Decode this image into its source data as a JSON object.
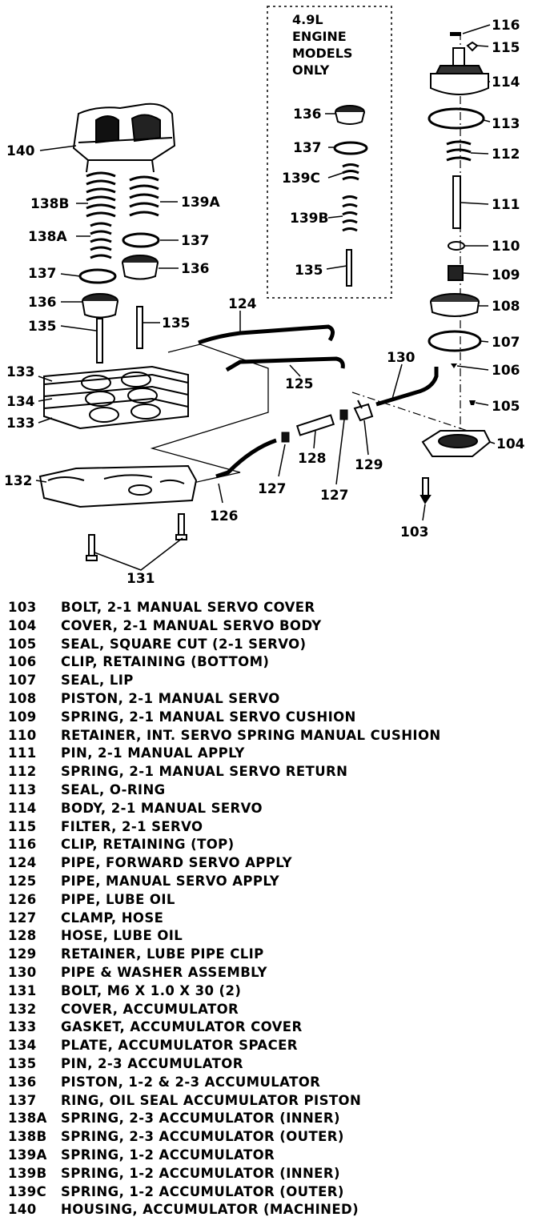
{
  "note": {
    "line1": "4.9L",
    "line2": "ENGINE",
    "line3": "MODELS",
    "line4": "ONLY"
  },
  "callouts": {
    "c103": "103",
    "c104": "104",
    "c105": "105",
    "c106": "106",
    "c107": "107",
    "c108": "108",
    "c109": "109",
    "c110": "110",
    "c111": "111",
    "c112": "112",
    "c113": "113",
    "c114": "114",
    "c115": "115",
    "c116": "116",
    "c124": "124",
    "c125": "125",
    "c126": "126",
    "c127a": "127",
    "c127b": "127",
    "c128": "128",
    "c129": "129",
    "c130": "130",
    "c131": "131",
    "c132": "132",
    "c133a": "133",
    "c133b": "133",
    "c134": "134",
    "c135a": "135",
    "c135b": "135",
    "c135c": "135",
    "c136a": "136",
    "c136b": "136",
    "c136c": "136",
    "c137a": "137",
    "c137b": "137",
    "c137c": "137",
    "c138a": "138A",
    "c138b": "138B",
    "c139a": "139A",
    "c139b": "139B",
    "c139c": "139C",
    "c140": "140"
  },
  "parts": [
    {
      "no": "103",
      "desc": "BOLT, 2-1 MANUAL SERVO COVER"
    },
    {
      "no": "104",
      "desc": "COVER, 2-1 MANUAL SERVO BODY"
    },
    {
      "no": "105",
      "desc": "SEAL, SQUARE CUT (2-1 SERVO)"
    },
    {
      "no": "106",
      "desc": "CLIP, RETAINING (BOTTOM)"
    },
    {
      "no": "107",
      "desc": "SEAL, LIP"
    },
    {
      "no": "108",
      "desc": "PISTON, 2-1 MANUAL SERVO"
    },
    {
      "no": "109",
      "desc": "SPRING, 2-1 MANUAL SERVO CUSHION"
    },
    {
      "no": "110",
      "desc": "RETAINER, INT. SERVO SPRING MANUAL CUSHION"
    },
    {
      "no": "111",
      "desc": "PIN, 2-1 MANUAL APPLY"
    },
    {
      "no": "112",
      "desc": "SPRING, 2-1 MANUAL SERVO RETURN"
    },
    {
      "no": "113",
      "desc": "SEAL, O-RING"
    },
    {
      "no": "114",
      "desc": "BODY, 2-1 MANUAL SERVO"
    },
    {
      "no": "115",
      "desc": "FILTER, 2-1 SERVO"
    },
    {
      "no": "116",
      "desc": "CLIP, RETAINING (TOP)"
    },
    {
      "no": "124",
      "desc": "PIPE, FORWARD SERVO APPLY"
    },
    {
      "no": "125",
      "desc": "PIPE, MANUAL SERVO APPLY"
    },
    {
      "no": "126",
      "desc": "PIPE, LUBE OIL"
    },
    {
      "no": "127",
      "desc": "CLAMP, HOSE"
    },
    {
      "no": "128",
      "desc": "HOSE, LUBE OIL"
    },
    {
      "no": "129",
      "desc": "RETAINER, LUBE PIPE CLIP"
    },
    {
      "no": "130",
      "desc": "PIPE & WASHER ASSEMBLY"
    },
    {
      "no": "131",
      "desc": "BOLT, M6 X 1.0 X 30 (2)"
    },
    {
      "no": "132",
      "desc": "COVER, ACCUMULATOR"
    },
    {
      "no": "133",
      "desc": "GASKET, ACCUMULATOR COVER"
    },
    {
      "no": "134",
      "desc": "PLATE, ACCUMULATOR SPACER"
    },
    {
      "no": "135",
      "desc": "PIN, 2-3 ACCUMULATOR"
    },
    {
      "no": "136",
      "desc": "PISTON, 1-2 & 2-3 ACCUMULATOR"
    },
    {
      "no": "137",
      "desc": "RING, OIL SEAL ACCUMULATOR PISTON"
    },
    {
      "no": "138A",
      "desc": "SPRING, 2-3 ACCUMULATOR (INNER)"
    },
    {
      "no": "138B",
      "desc": "SPRING, 2-3 ACCUMULATOR (OUTER)"
    },
    {
      "no": "139A",
      "desc": "SPRING, 1-2 ACCUMULATOR"
    },
    {
      "no": "139B",
      "desc": "SPRING, 1-2 ACCUMULATOR (INNER)"
    },
    {
      "no": "139C",
      "desc": "SPRING, 1-2 ACCUMULATOR (OUTER)"
    },
    {
      "no": "140",
      "desc": "HOUSING, ACCUMULATOR (MACHINED)"
    }
  ]
}
